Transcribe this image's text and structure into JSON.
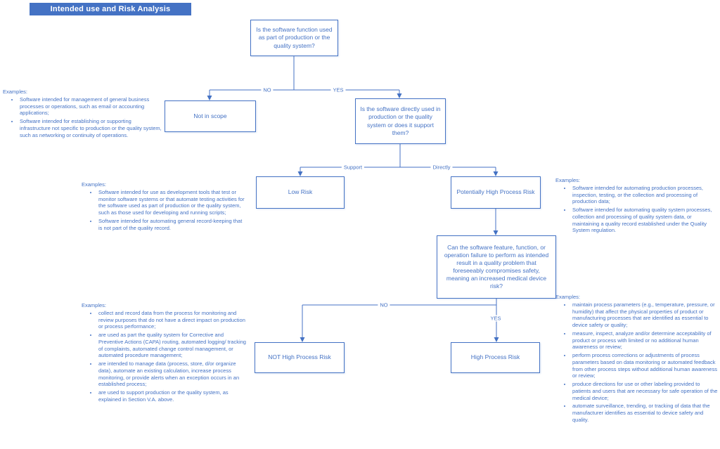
{
  "title": "Intended use and Risk Analysis",
  "accent_color": "#4472C4",
  "nodes": {
    "q1": "Is the software function used as part of production or the quality system?",
    "not_in_scope": "Not in scope",
    "q2": "Is the software directly used in production or the quality system or does it support them?",
    "low_risk": "Low Risk",
    "potentially_high": "Potentially High Process Risk",
    "q3": "Can the software feature, function, or operation failure to perform as intended result in a quality problem that foreseeably compromises safety, meaning an increased medical device risk?",
    "not_high": "NOT High Process Risk",
    "high": "High Process Risk"
  },
  "edge_labels": {
    "no1": "NO",
    "yes1": "YES",
    "support": "Support",
    "directly": "Directly",
    "no2": "NO",
    "yes2": "YES"
  },
  "examples": {
    "not_in_scope": {
      "heading": "Examples:",
      "items": [
        "Software intended for management of general business processes or operations, such as email or accounting applications;",
        "Software intended for establishing or supporting infrastructure not specific to production or the quality system, such as networking or continuity of operations."
      ]
    },
    "low_risk": {
      "heading": "Examples:",
      "items": [
        "Software intended for use as development tools that test or monitor software systems or that automate testing activities for the software used as part of production or the quality system, such as those used for developing and running scripts;",
        "Software intended for automating general record-keeping that is not part of the quality record."
      ]
    },
    "potentially_high": {
      "heading": "Examples:",
      "items": [
        "Software intended for automating production processes, inspection, testing, or the collection and processing of production data;",
        "Software intended for automating quality system processes, collection and processing of quality system data, or maintaining a quality record established under the Quality System regulation."
      ]
    },
    "not_high": {
      "heading": "Examples:",
      "items": [
        "collect and record data from the process for monitoring and review purposes that do not have a direct impact on production or process performance;",
        "are used as part the quality system for Corrective and Preventive Actions (CAPA) routing, automated logging/ tracking of complaints, automated change control management, or automated procedure management;",
        "are intended to manage data (process, store, d/or organize data), automate an existing calculation, increase process monitoring, or provide alerts when an exception occurs in an established process;",
        "are used to support production or the quality system, as explained in Section V.A. above."
      ]
    },
    "high": {
      "heading": "Examples:",
      "items": [
        "maintain process parameters (e.g., temperature, pressure, or humidity) that affect the physical properties of product or manufacturing processes that are identified as essential to device safety or quality;",
        "measure, inspect, analyze and/or determine acceptability of product or process with limited or no additional human awareness or review;",
        "perform process corrections or adjustments of process parameters based on data monitoring or automated feedback from other process steps without additional human awareness or review;",
        "produce directions for use or other labeling provided to patients and users that are necessary for safe operation of the medical device;",
        "automate surveillance, trending, or tracking of data that the manufacturer identifies as essential to device safety and quality."
      ]
    }
  }
}
